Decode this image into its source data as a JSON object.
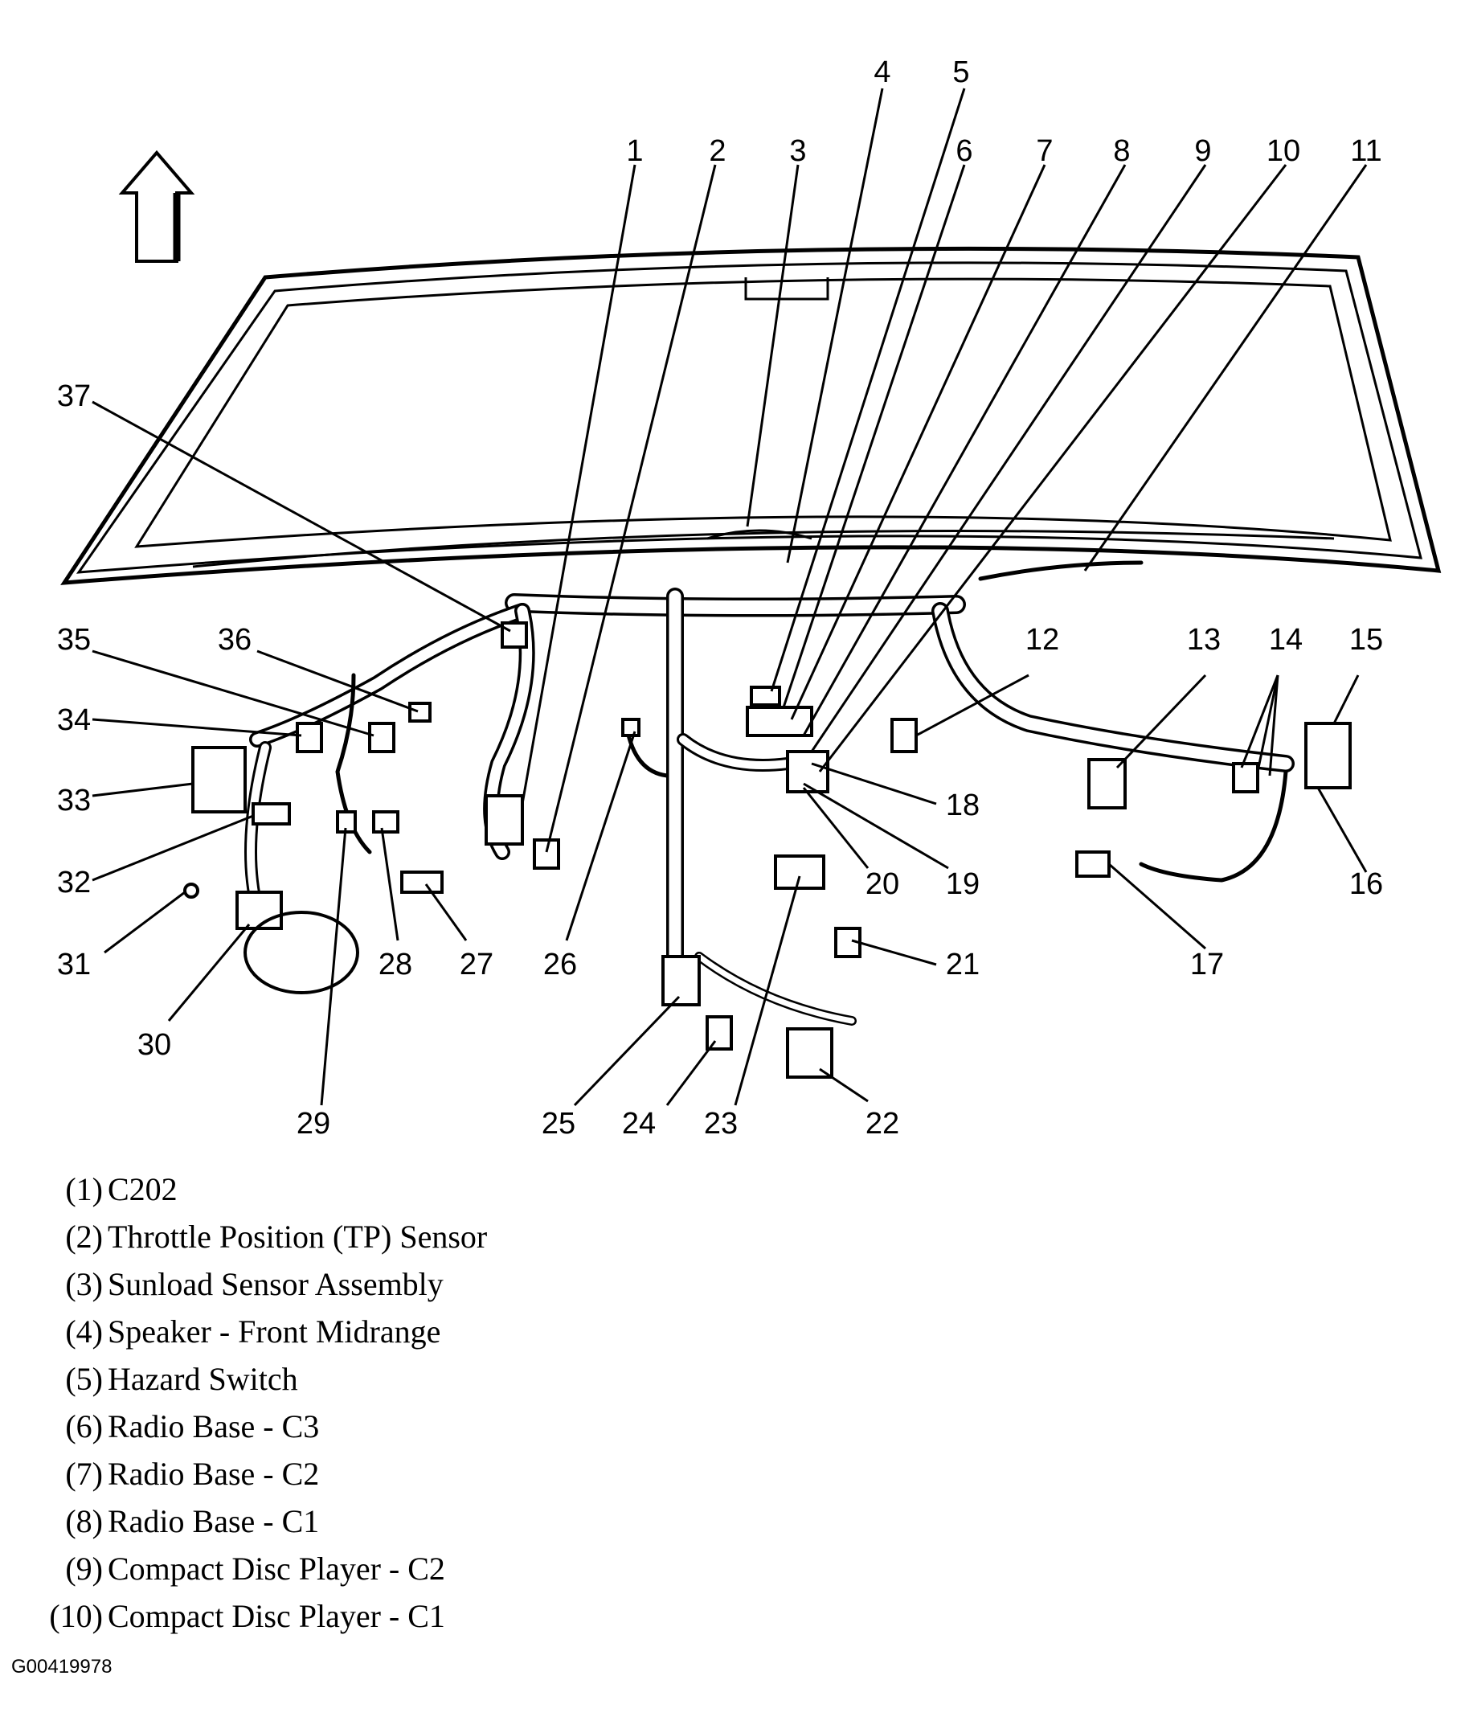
{
  "figure_id": "G00419978",
  "callouts": [
    {
      "num": "1"
    },
    {
      "num": "2"
    },
    {
      "num": "3"
    },
    {
      "num": "4"
    },
    {
      "num": "5"
    },
    {
      "num": "6"
    },
    {
      "num": "7"
    },
    {
      "num": "8"
    },
    {
      "num": "9"
    },
    {
      "num": "10"
    },
    {
      "num": "11"
    },
    {
      "num": "12"
    },
    {
      "num": "13"
    },
    {
      "num": "14"
    },
    {
      "num": "15"
    },
    {
      "num": "16"
    },
    {
      "num": "17"
    },
    {
      "num": "18"
    },
    {
      "num": "19"
    },
    {
      "num": "20"
    },
    {
      "num": "21"
    },
    {
      "num": "22"
    },
    {
      "num": "23"
    },
    {
      "num": "24"
    },
    {
      "num": "25"
    },
    {
      "num": "26"
    },
    {
      "num": "27"
    },
    {
      "num": "28"
    },
    {
      "num": "29"
    },
    {
      "num": "30"
    },
    {
      "num": "31"
    },
    {
      "num": "32"
    },
    {
      "num": "33"
    },
    {
      "num": "34"
    },
    {
      "num": "35"
    },
    {
      "num": "36"
    },
    {
      "num": "37"
    }
  ],
  "legend": [
    {
      "num": "(1)",
      "label": "C202"
    },
    {
      "num": "(2)",
      "label": "Throttle Position (TP) Sensor"
    },
    {
      "num": "(3)",
      "label": "Sunload Sensor Assembly"
    },
    {
      "num": "(4)",
      "label": "Speaker - Front Midrange"
    },
    {
      "num": "(5)",
      "label": "Hazard Switch"
    },
    {
      "num": "(6)",
      "label": "Radio Base - C3"
    },
    {
      "num": "(7)",
      "label": "Radio Base - C2"
    },
    {
      "num": "(8)",
      "label": "Radio Base - C1"
    },
    {
      "num": "(9)",
      "label": "Compact Disc Player - C2"
    },
    {
      "num": "(10)",
      "label": "Compact Disc Player - C1"
    }
  ]
}
